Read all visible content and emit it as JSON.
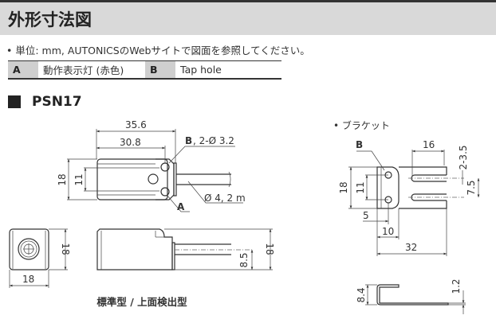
{
  "header": {
    "title": "外形寸法図"
  },
  "note": "• 単位: mm, AUTONICSのWebサイトで図面を参照してください。",
  "legend": [
    {
      "key": "A",
      "value": "動作表示灯 (赤色)"
    },
    {
      "key": "B",
      "value": "Tap hole"
    }
  ],
  "model": "PSN17",
  "sensor": {
    "dims": {
      "length_total": "35.6",
      "length_body": "30.8",
      "height": "18",
      "hole_pitch": "11",
      "width": "18",
      "cable_center": "8.5",
      "side_height": "18"
    },
    "labels": {
      "tap": "B",
      "tap_spec": ", 2-Ø 3.2",
      "cable": "Ø 4, 2 m",
      "indicator": "A"
    },
    "caption": "標準型 / 上面検出型"
  },
  "bracket": {
    "title": "• ブラケット",
    "label_b": "B",
    "dims": {
      "slot_len": "16",
      "slot_w": "2-3.5",
      "slot_pitch": "7.5",
      "height": "18",
      "hole_pitch": "11",
      "hole_x": "5",
      "plate_w": "10",
      "total": "32",
      "side_h": "8.4",
      "thick": "1.2"
    }
  }
}
